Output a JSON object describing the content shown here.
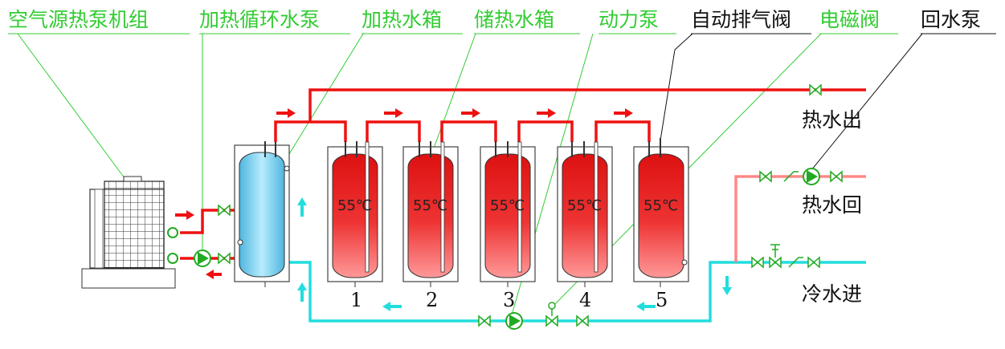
{
  "labels": {
    "heat_pump_unit": "空气源热泵机组",
    "heating_circ_pump": "加热循环水泵",
    "heating_tank": "加热水箱",
    "storage_tank": "储热水箱",
    "power_pump": "动力泵",
    "auto_vent_valve": "自动排气阀",
    "solenoid_valve": "电磁阀",
    "return_pump": "回水泵"
  },
  "side_labels": {
    "hot_water_out": "热水出",
    "hot_water_return": "热水回",
    "cold_water_in": "冷水进"
  },
  "tanks": [
    {
      "temperature": "55℃",
      "number": "1"
    },
    {
      "temperature": "55℃",
      "number": "2"
    },
    {
      "temperature": "55℃",
      "number": "3"
    },
    {
      "temperature": "55℃",
      "number": "4"
    },
    {
      "temperature": "55℃",
      "number": "5"
    }
  ],
  "colors": {
    "label_green": "#33cc33",
    "hot_pipe": "#ee1111",
    "cold_pipe": "#22dddd",
    "return_pipe": "#ff8888",
    "valve_green": "#22aa22",
    "heating_tank_fill": "#66ccee",
    "storage_tank_fill": "#ee2222"
  }
}
